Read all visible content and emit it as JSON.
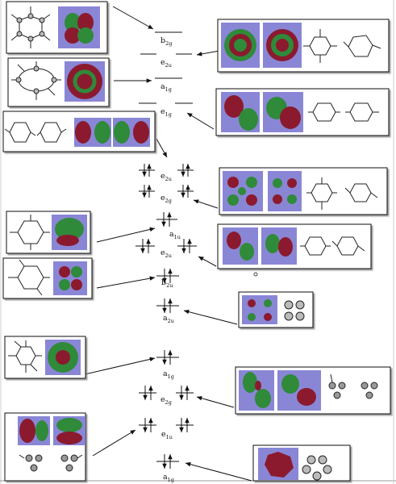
{
  "diagram": {
    "levels": [
      {
        "id": "b2g-top",
        "label": "b",
        "sub": "2g",
        "electrons": "none"
      },
      {
        "id": "e2u-top",
        "label": "e",
        "sub": "2u",
        "electrons": "none"
      },
      {
        "id": "a1g-top",
        "label": "a",
        "sub": "1g",
        "electrons": "none"
      },
      {
        "id": "e1g",
        "label": "e",
        "sub": "1g",
        "electrons": "none"
      },
      {
        "id": "e2u-mid",
        "label": "e",
        "sub": "2u",
        "electrons": "paired"
      },
      {
        "id": "e2g-mid",
        "label": "e",
        "sub": "2g",
        "electrons": "paired"
      },
      {
        "id": "a1u",
        "label": "a",
        "sub": "1u",
        "electrons": "paired"
      },
      {
        "id": "e2u-low",
        "label": "e",
        "sub": "2u",
        "electrons": "paired"
      },
      {
        "id": "b2u",
        "label": "b",
        "sub": "2u",
        "electrons": "paired"
      },
      {
        "id": "a2u",
        "label": "a",
        "sub": "2u",
        "electrons": "paired"
      },
      {
        "id": "a1g-mid",
        "label": "a",
        "sub": "1g",
        "electrons": "paired"
      },
      {
        "id": "e2g-low",
        "label": "e",
        "sub": "2g",
        "electrons": "paired"
      },
      {
        "id": "e1u",
        "label": "e",
        "sub": "1u",
        "electrons": "paired"
      },
      {
        "id": "a1g-low",
        "label": "a",
        "sub": "1g",
        "electrons": "paired"
      }
    ],
    "colors": {
      "lobe_red": "#8b1a2e",
      "lobe_green": "#2f8a3a",
      "panel_blue": "#8a86d6",
      "line": "#111111"
    }
  }
}
